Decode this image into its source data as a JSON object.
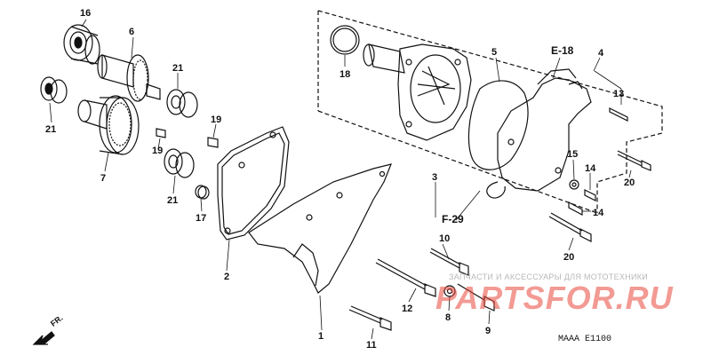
{
  "labels": {
    "p16": "16",
    "p6": "6",
    "p21a": "21",
    "p21b": "21",
    "p21c": "21",
    "p7": "7",
    "p19a": "19",
    "p19b": "19",
    "p17": "17",
    "p2": "2",
    "p18": "18",
    "p5": "5",
    "p4": "4",
    "p13": "13",
    "p15": "15",
    "p14a": "14",
    "p14b": "14",
    "p20a": "20",
    "p20b": "20",
    "p3": "3",
    "p10": "10",
    "p12": "12",
    "p8": "8",
    "p9": "9",
    "p1": "1",
    "p11": "11"
  },
  "references": {
    "e18": "E-18",
    "f29": "F-29"
  },
  "direction": "FR.",
  "diagram_code": "MAAA  E1100",
  "watermark": {
    "tagline": "ЗАПЧАСТИ И АКСЕССУАРЫ ДЛЯ МОТОТЕХНИКИ",
    "brand": "PARTSFOR.RU"
  }
}
